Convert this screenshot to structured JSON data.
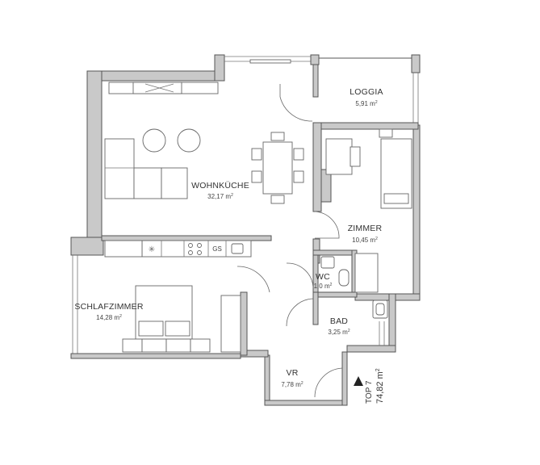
{
  "rooms": {
    "loggia": {
      "name": "LOGGIA",
      "area": "5,91 m",
      "unit_exp": "2"
    },
    "wohnkueche": {
      "name": "WOHNKÜCHE",
      "area": "32,17 m",
      "unit_exp": "2"
    },
    "zimmer": {
      "name": "ZIMMER",
      "area": "10,45 m",
      "unit_exp": "2"
    },
    "wc": {
      "name": "WC",
      "area": "1,0 m",
      "unit_exp": "2"
    },
    "schlafzimmer": {
      "name": "SCHLAFZIMMER",
      "area": "14,28 m",
      "unit_exp": "2"
    },
    "bad": {
      "name": "BAD",
      "area": "3,25 m",
      "unit_exp": "2"
    },
    "vr": {
      "name": "VR",
      "area": "7,78 m",
      "unit_exp": "2"
    }
  },
  "unit": {
    "name": "TOP 7",
    "area": "74,82 m",
    "unit_exp": "2"
  },
  "kitchen": {
    "stove_label": "GS"
  },
  "colors": {
    "wall_fill": "#c9c9c9",
    "line": "#555555",
    "text": "#333333"
  },
  "icons": {
    "entrance": "triangle-up-icon",
    "extractor": "asterisk-icon"
  }
}
